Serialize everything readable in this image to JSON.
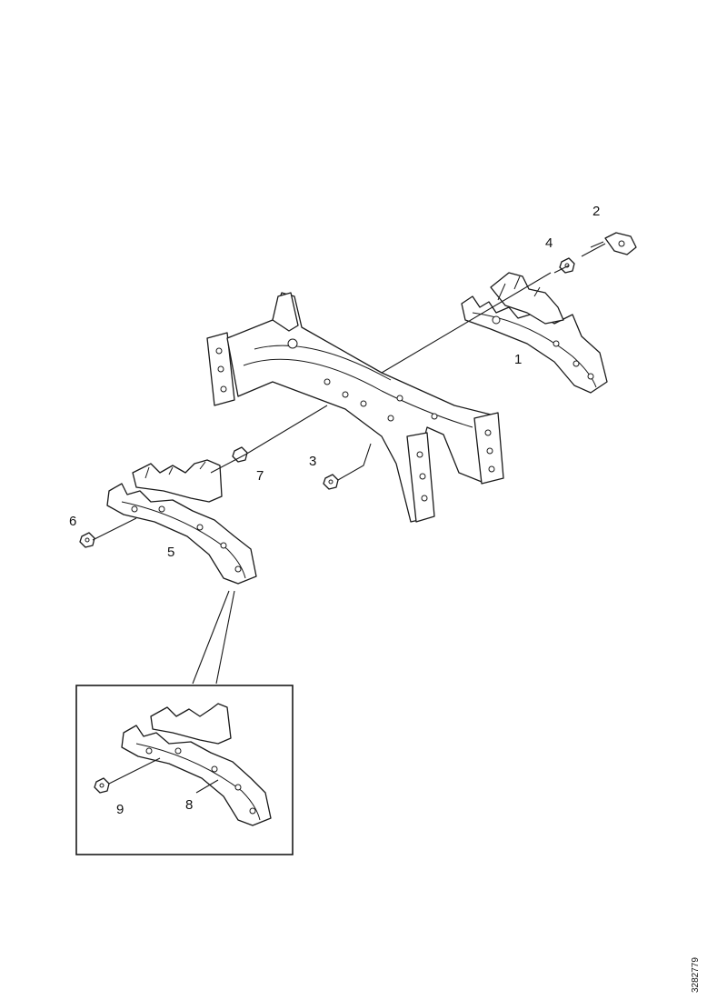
{
  "callouts": {
    "c1": "1",
    "c2": "2",
    "c4": "4",
    "c3": "3",
    "c7": "7",
    "c5": "5",
    "c6": "6",
    "c9": "9",
    "c8": "8"
  },
  "reference_number": "3282779"
}
